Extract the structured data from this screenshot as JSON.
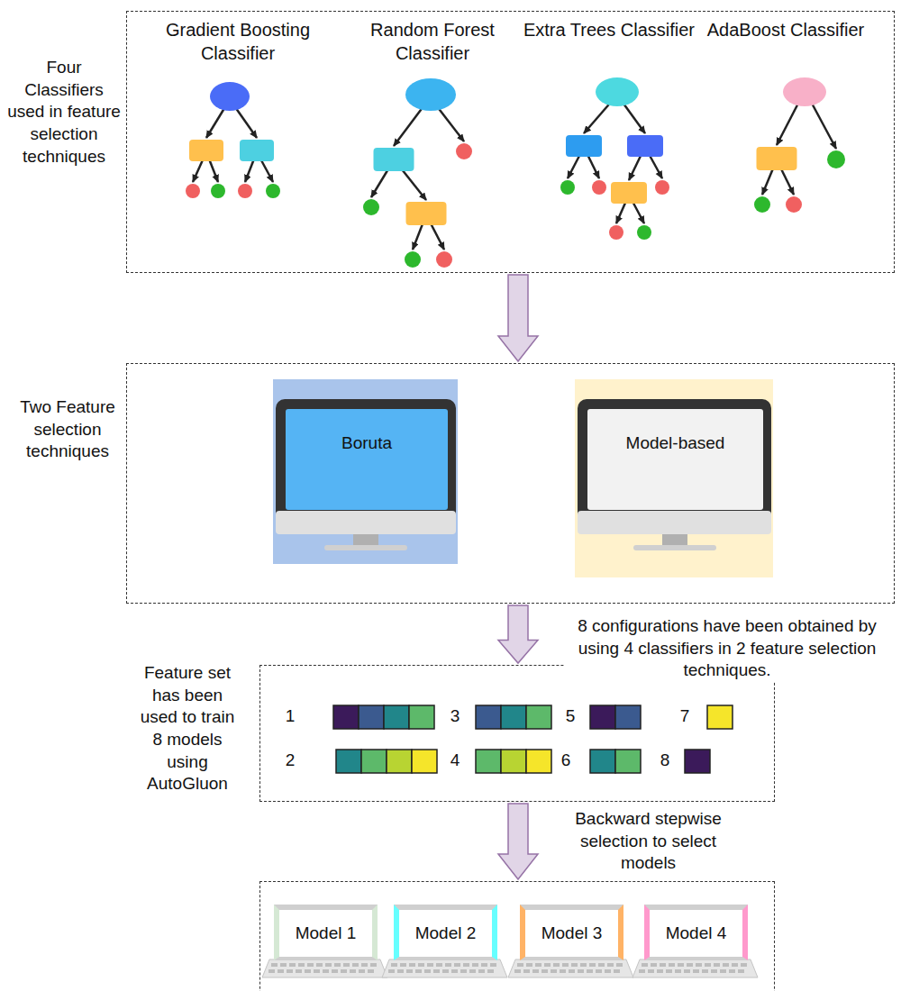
{
  "diagram": {
    "nodes": [
      {
        "text": [
          "Four Classifiers used in feature selection techniques"
        ]
      },
      {
        "text": [
          "Two Feature selection techniques"
        ]
      },
      {
        "text": [
          "Boruta"
        ],
        "in": 1
      },
      {
        "text": [
          "Model-based"
        ],
        "in": 1
      },
      {
        "text": [
          "Feature set has been used to train 8 models using AutoGluon"
        ]
      },
      {
        "text": []
      },
      {
        "text": [
          "Model 1"
        ],
        "in": 5
      },
      {
        "text": [
          "Model 2"
        ],
        "in": 5
      },
      {
        "text": [
          "Model 3"
        ],
        "in": 5
      },
      {
        "text": [
          "Model 4"
        ],
        "in": 5
      }
    ],
    "edges": [
      {
        "from": 0,
        "to": 1,
        "arrow": "to"
      },
      {
        "from": 1,
        "to": 4,
        "label": "8 configurations have been obtained by using 4 classifiers in 2 feature selection techniques.",
        "arrow": "to"
      },
      {
        "from": 4,
        "to": 5,
        "label": "Backward stepwise selection to select models",
        "arrow": "to"
      }
    ],
    "labels": [
      "Gradient Boosting Classifier",
      "Random Forest Classifier",
      "Extra Trees Classifier",
      "AdaBoost Classifier",
      "1",
      "3",
      "5",
      "7",
      "2",
      "4",
      "6",
      "8"
    ]
  }
}
